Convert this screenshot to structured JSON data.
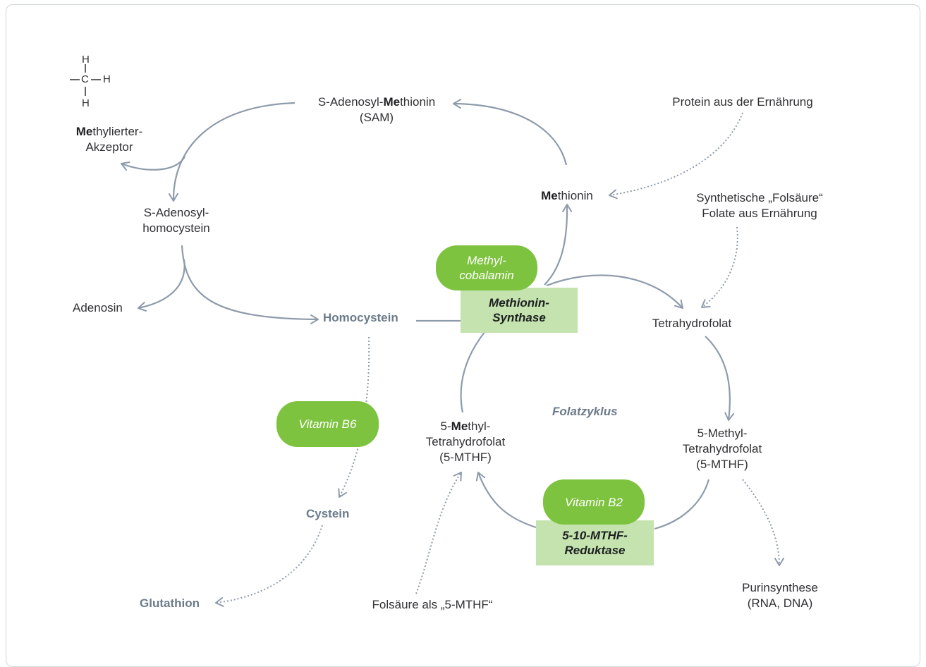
{
  "nodes": {
    "methyl_group": {
      "c": "C",
      "h": "H"
    },
    "methylated_acceptor": {
      "me": "Me",
      "rest": "thylierter-",
      "line2": "Akzeptor"
    },
    "sam": {
      "prefix": "S-Adenosyl-",
      "me": "Me",
      "rest": "thionin",
      "line2": "(SAM)"
    },
    "sah": {
      "line1": "S-Adenosyl-",
      "line2": "homocystein"
    },
    "adenosin": "Adenosin",
    "homocystein": "Homocystein",
    "methionin": {
      "me": "Me",
      "rest": "thionin"
    },
    "protein": "Protein aus der Ernährung",
    "synthetic": {
      "line1": "Synthetische „Folsäure“",
      "line2": "Folate aus Ernährung"
    },
    "thf": "Tetrahydrofolat",
    "mthf_left": {
      "prefix": "5-",
      "me": "Me",
      "rest": "thyl-",
      "line2": "Tetrahydrofolat",
      "line3": "(5-MTHF)"
    },
    "mthf_right": {
      "line1": "5-Methyl-",
      "line2": "Tetrahydrofolat",
      "line3": "(5-MTHF)"
    },
    "folatzyklus": "Folatzyklus",
    "cystein": "Cystein",
    "glutathion": "Glutathion",
    "folsaeure": "Folsäure als „5-MTHF“",
    "purin": {
      "line1": "Purinsynthese",
      "line2": "(RNA, DNA)"
    }
  },
  "cofactors": {
    "methylcobalamin": {
      "line1": "Methyl-",
      "line2": "cobalamin"
    },
    "b6": "Vitamin B6",
    "b2": "Vitamin B2"
  },
  "enzymes": {
    "methionin_synthase": {
      "line1": "Methionin-",
      "line2": "Synthase"
    },
    "mthf_reduktase": {
      "line1": "5-10-MTHF-",
      "line2": "Reduktase"
    }
  },
  "colors": {
    "arrow": "#8e9bab",
    "pill_green": "#7ec33f",
    "enzyme_green": "#c4e3ae",
    "key_text": "#6c7b8b",
    "text": "#2f3133"
  }
}
